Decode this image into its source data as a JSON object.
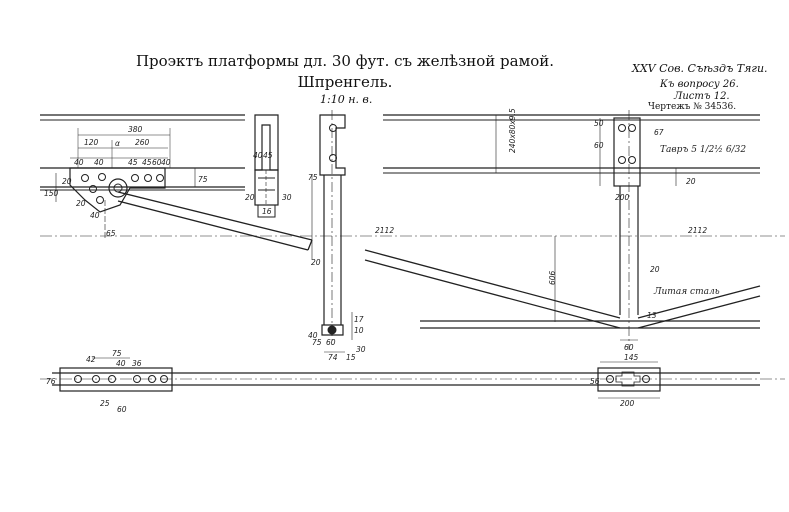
{
  "header": {
    "title": "Проэктъ платформы дл. 30 фут. съ желѣзной рамой.",
    "subtitle": "Шпренгель.",
    "scale": "1:10 н. в."
  },
  "meta": {
    "line1": "XXV Сов. Съѣздъ Тяги.",
    "line2": "Къ вопросу 26.",
    "line3": "Листъ 12.",
    "line4": "Чертежъ № 34536."
  },
  "left_view": {
    "dims": [
      "380",
      "120",
      "260",
      "α",
      "40",
      "40",
      "45",
      "45",
      "60",
      "40",
      "75",
      "150",
      "20",
      "20",
      "40",
      "65"
    ]
  },
  "section_view": {
    "dims": [
      "40",
      "45",
      "20",
      "30",
      "16",
      "75",
      "20",
      "60",
      "75",
      "17",
      "10",
      "74",
      "15",
      "30",
      "40"
    ]
  },
  "right_view": {
    "dims": [
      "2112",
      "2112",
      "50",
      "60",
      "67",
      "240x80x9.5",
      "20",
      "606",
      "20",
      "13",
      "60",
      "200"
    ],
    "tee_label": "Тавръ 5 1/2½ 6/32",
    "material_label": "Литая сталь"
  },
  "plan_view": {
    "dims_left": [
      "75",
      "42",
      "40",
      "36",
      "76",
      "25",
      "60"
    ],
    "dims_right": [
      "145",
      "56",
      "200"
    ]
  },
  "colors": {
    "ink": "#222222",
    "paper": "#ffffff"
  }
}
